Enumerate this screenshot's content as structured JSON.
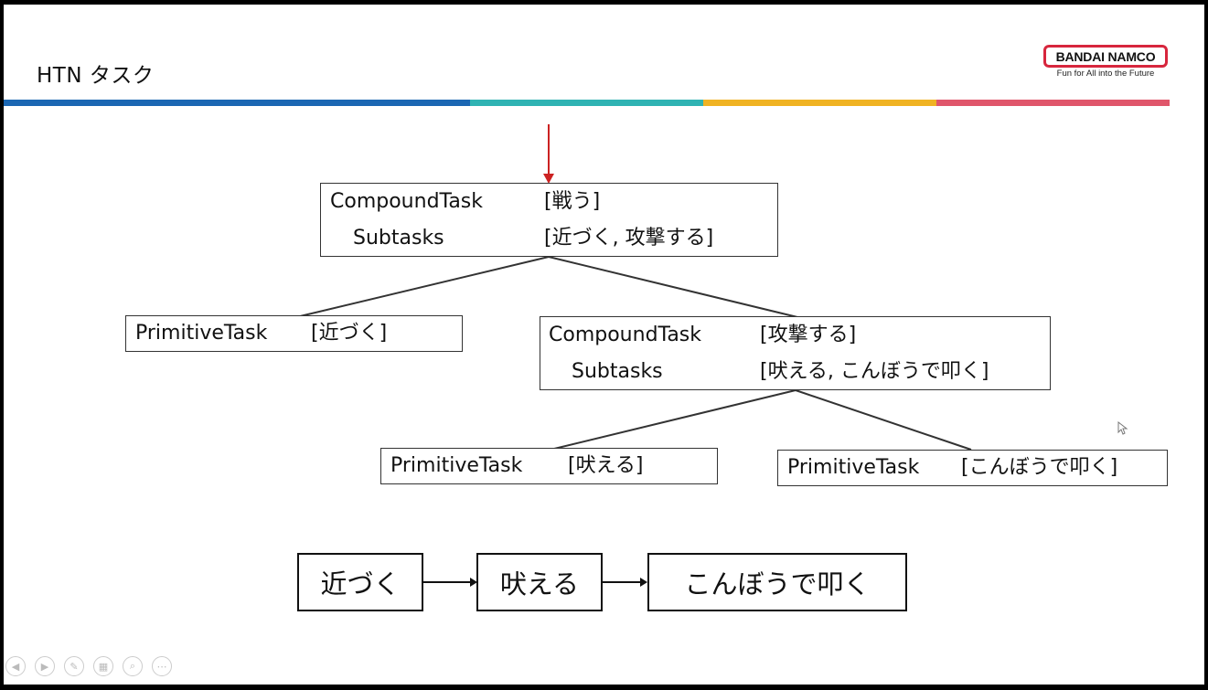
{
  "slide": {
    "title": "HTN タスク",
    "logo": {
      "brand": "BANDAI NAMCO",
      "tagline": "Fun for All into the Future"
    },
    "stripe_colors": [
      "#1b67b3",
      "#2fb3b3",
      "#f0b323",
      "#e0566b"
    ]
  },
  "tree": {
    "root": {
      "type_label": "CompoundTask",
      "name": "[戦う]",
      "sub_label": "Subtasks",
      "subtasks": "[近づく, 攻撃する]"
    },
    "left": {
      "type_label": "PrimitiveTask",
      "name": "[近づく]"
    },
    "right": {
      "type_label": "CompoundTask",
      "name": "[攻撃する]",
      "sub_label": "Subtasks",
      "subtasks": "[吠える, こんぼうで叩く]"
    },
    "right_left": {
      "type_label": "PrimitiveTask",
      "name": "[吠える]"
    },
    "right_right": {
      "type_label": "PrimitiveTask",
      "name": "[こんぼうで叩く]"
    }
  },
  "sequence": {
    "steps": [
      "近づく",
      "吠える",
      "こんぼうで叩く"
    ]
  },
  "colors": {
    "entry_arrow": "#cc2222",
    "edge": "#333333"
  },
  "controls": [
    "prev-icon",
    "next-icon",
    "pen-icon",
    "slides-icon",
    "zoom-icon",
    "more-icon"
  ]
}
